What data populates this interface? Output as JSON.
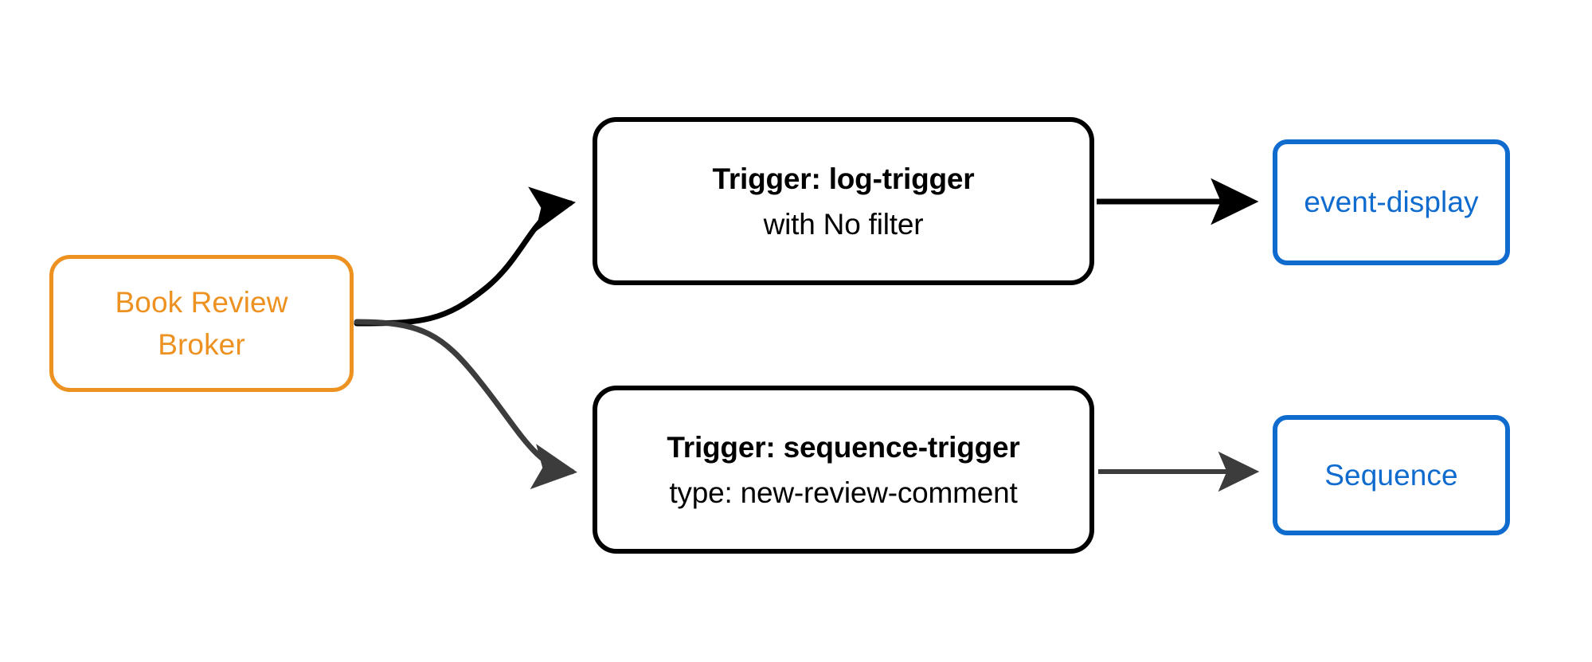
{
  "diagram": {
    "background_color": "#ffffff",
    "nodes": {
      "broker": {
        "id": "broker",
        "line1": "Book Review",
        "line2": "Broker",
        "color": "#ED9121",
        "shape": "rounded-rectangle"
      },
      "trigger_log": {
        "id": "log-trigger",
        "title": "Trigger: log-trigger",
        "subtitle": "with No filter",
        "color": "#000000",
        "shape": "rounded-rectangle"
      },
      "trigger_sequence": {
        "id": "sequence-trigger",
        "title": "Trigger: sequence-trigger",
        "subtitle": "type: new-review-comment",
        "color": "#000000",
        "shape": "rounded-rectangle"
      },
      "event_display": {
        "id": "event-display",
        "label": "event-display",
        "color": "#0F6BCE",
        "shape": "rounded-rectangle"
      },
      "sequence": {
        "id": "sequence",
        "label": "Sequence",
        "color": "#0F6BCE",
        "shape": "rounded-rectangle"
      }
    },
    "edges": [
      {
        "name": "broker-to-log-trigger",
        "from": "broker",
        "to": "trigger_log",
        "style": "curved",
        "color": "#000000",
        "arrowhead": true
      },
      {
        "name": "broker-to-sequence-trigger",
        "from": "broker",
        "to": "trigger_sequence",
        "style": "curved",
        "color": "#3C3C3C",
        "arrowhead": true
      },
      {
        "name": "log-trigger-to-event-display",
        "from": "trigger_log",
        "to": "event_display",
        "style": "straight",
        "color": "#000000",
        "arrowhead": true
      },
      {
        "name": "sequence-trigger-to-sequence",
        "from": "trigger_sequence",
        "to": "sequence",
        "style": "straight",
        "color": "#3C3C3C",
        "arrowhead": true
      }
    ]
  }
}
